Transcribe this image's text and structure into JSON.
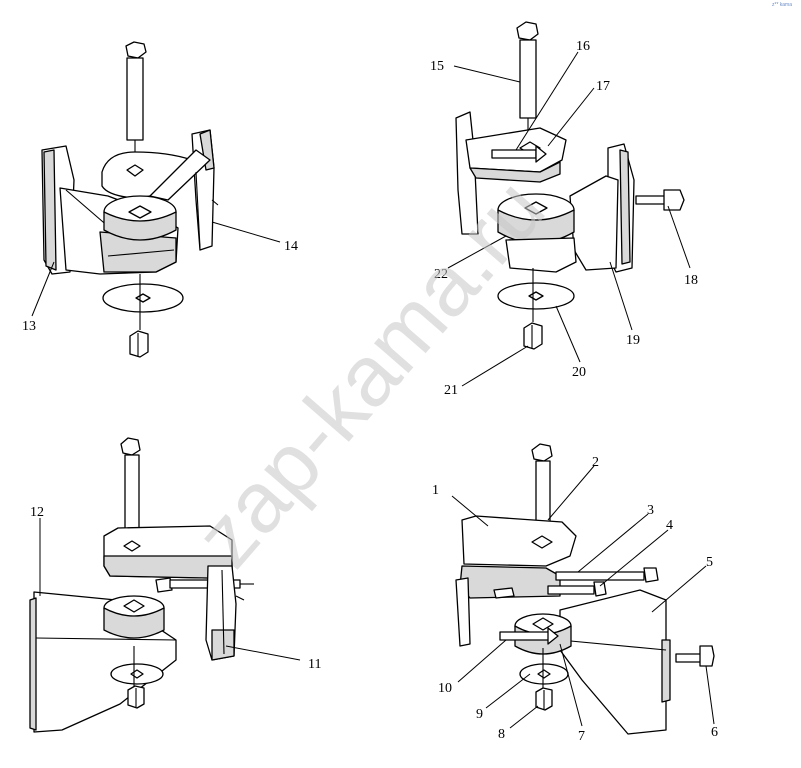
{
  "watermark": "zap-kama.ru",
  "corner_mark": "z** kama",
  "callouts": [
    "1",
    "2",
    "3",
    "4",
    "5",
    "6",
    "7",
    "8",
    "9",
    "10",
    "11",
    "12",
    "13",
    "14",
    "15",
    "16",
    "17",
    "18",
    "19",
    "20",
    "21",
    "22"
  ]
}
